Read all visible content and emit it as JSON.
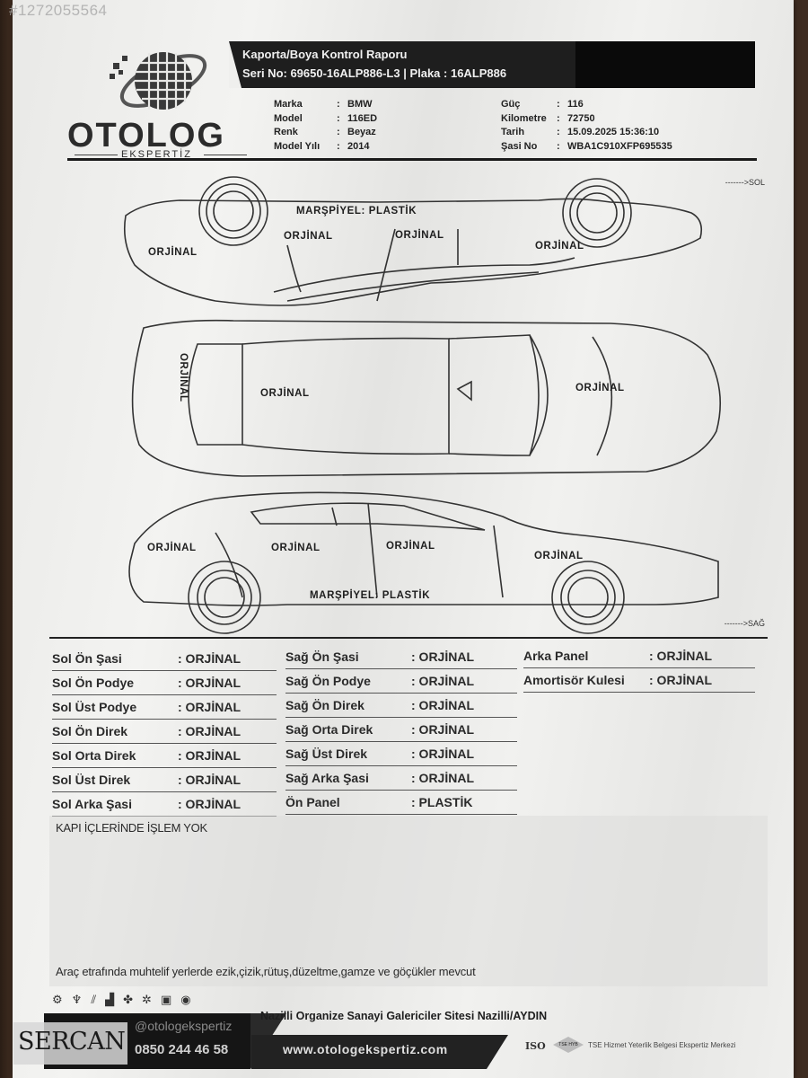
{
  "photo_watermark": "#1272055564",
  "brand": {
    "name": "OTOLOG",
    "subtitle": "EKSPERTİZ"
  },
  "header": {
    "title": "Kaporta/Boya Kontrol Raporu",
    "serial_line": "Seri No: 69650-16ALP886-L3 | Plaka : 16ALP886"
  },
  "vehicle_left": [
    {
      "label": "Marka",
      "value": "BMW"
    },
    {
      "label": "Model",
      "value": "116ED"
    },
    {
      "label": "Renk",
      "value": "Beyaz"
    },
    {
      "label": "Model Yılı",
      "value": "2014"
    }
  ],
  "vehicle_right": [
    {
      "label": "Güç",
      "value": "116"
    },
    {
      "label": "Kilometre",
      "value": "72750"
    },
    {
      "label": "Tarih",
      "value": "15.09.2025 15:36:10"
    },
    {
      "label": "Şasi No",
      "value": "WBA1C910XFP695535"
    }
  ],
  "diagram": {
    "left_direction": "------->SOL",
    "right_direction": "------->SAĞ",
    "left_side": {
      "marspiyel": "MARŞPİYEL: PLASTİK",
      "rear_fender": "ORJİNAL",
      "rear_door": "ORJİNAL",
      "front_door": "ORJİNAL",
      "front_fender": "ORJİNAL"
    },
    "top_view": {
      "trunk": "ORJİNAL",
      "roof": "ORJİNAL",
      "hood": "ORJİNAL"
    },
    "right_side": {
      "rear_fender": "ORJİNAL",
      "rear_door": "ORJİNAL",
      "front_door": "ORJİNAL",
      "front_fender": "ORJİNAL",
      "marspiyel": "MARŞPİYEL: PLASTİK"
    }
  },
  "parts_col1": [
    {
      "label": "Sol Ön Şasi",
      "value": ": ORJİNAL"
    },
    {
      "label": "Sol Ön Podye",
      "value": ": ORJİNAL"
    },
    {
      "label": "Sol Üst Podye",
      "value": ": ORJİNAL"
    },
    {
      "label": "Sol Ön Direk",
      "value": ": ORJİNAL"
    },
    {
      "label": "Sol Orta Direk",
      "value": ": ORJİNAL"
    },
    {
      "label": "Sol Üst Direk",
      "value": ": ORJİNAL"
    },
    {
      "label": "Sol Arka Şasi",
      "value": ": ORJİNAL"
    }
  ],
  "parts_col2": [
    {
      "label": "Sağ Ön Şasi",
      "value": ": ORJİNAL"
    },
    {
      "label": "Sağ Ön Podye",
      "value": ": ORJİNAL"
    },
    {
      "label": "Sağ Ön Direk",
      "value": ": ORJİNAL"
    },
    {
      "label": "Sağ Orta Direk",
      "value": ": ORJİNAL"
    },
    {
      "label": "Sağ Üst Direk",
      "value": ": ORJİNAL"
    },
    {
      "label": "Sağ Arka Şasi",
      "value": ": ORJİNAL"
    },
    {
      "label": "Ön Panel",
      "value": ": PLASTİK"
    }
  ],
  "parts_col3": [
    {
      "label": "Arka Panel",
      "value": ": ORJİNAL"
    },
    {
      "label": "Amortisör Kulesi",
      "value": ": ORJİNAL"
    }
  ],
  "notes": {
    "top": "KAPI İÇLERİNDE İŞLEM YOK",
    "bottom": "Araç etrafında muhtelif yerlerde ezik,çizik,rütuş,düzeltme,gamze ve göçükler mevcut"
  },
  "footer": {
    "instagram": "@otologekspertiz",
    "phone": "0850 244 46 58",
    "address": "Nazilli Organize Sanayi Galericiler Sitesi Nazilli/AYDIN",
    "website": "www.otologekspertiz.com",
    "iso": "ISO",
    "tse_badge": "TSE HYB",
    "tse_text": "TSE Hizmet Yeterlik Belgesi Ekspertiz Merkezi",
    "service_icons": [
      "engine-icon",
      "spark-plug-icon",
      "tools-icon",
      "hydraulic-lift-icon",
      "paint-icon",
      "gears-icon",
      "battery-icon",
      "tire-icon"
    ]
  },
  "overlay_tag": "SERCAN",
  "colors": {
    "band_dark": "#1e1e1e",
    "paper": "#efefed",
    "ink": "#222222"
  }
}
